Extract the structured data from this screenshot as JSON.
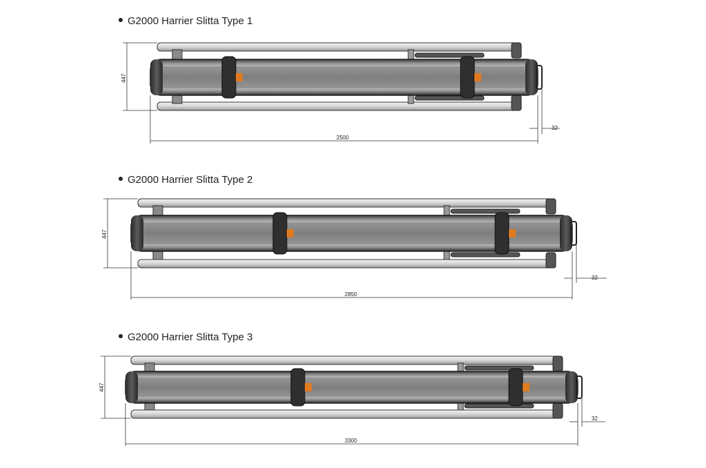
{
  "diagrams": [
    {
      "title": "G2000 Harrier Slitta Type 1",
      "height_label": "447",
      "length_label": "2500",
      "offset_label": "32"
    },
    {
      "title": "G2000 Harrier Slitta Type 2",
      "height_label": "447",
      "length_label": "2850",
      "offset_label": "32"
    },
    {
      "title": "G2000 Harrier Slitta Type 3",
      "height_label": "447",
      "length_label": "3300",
      "offset_label": "32"
    }
  ],
  "colors": {
    "body": "#7d7d7d",
    "body_outline": "#1c1c1c",
    "rail": "#e2e2e2",
    "clamp_accent": "#e07a1f",
    "dimension_line": "#333333"
  }
}
